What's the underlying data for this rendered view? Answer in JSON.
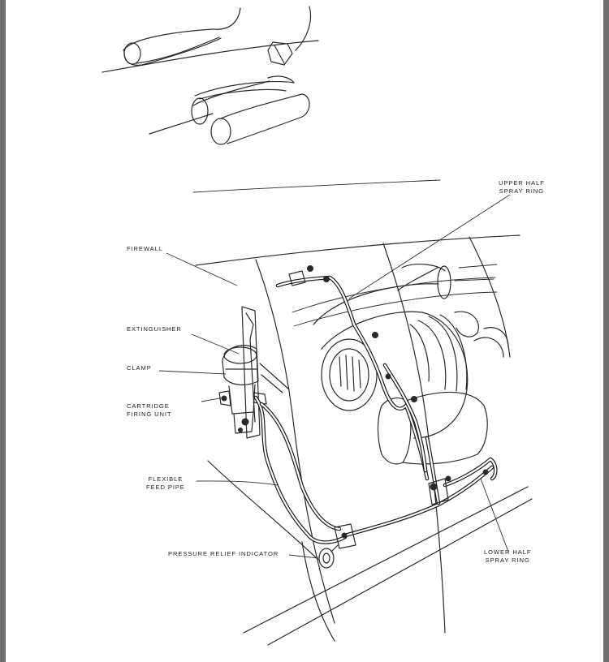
{
  "labels": {
    "upper_half_spray_ring": [
      "UPPER HALF",
      "SPRAY RING"
    ],
    "firewall": "FIREWALL",
    "extinguisher": "EXTINGUISHER",
    "clamp": "CLAMP",
    "cartridge_firing_unit": [
      "CARTRIDGE",
      "FIRING UNIT"
    ],
    "flexible_feed_pipe": [
      "FLEXIBLE",
      "FEED PIPE"
    ],
    "pressure_relief_indicator": "PRESSURE RELIEF INDICATOR",
    "lower_half_spray_ring": [
      "LOWER HALF",
      "SPRAY RING"
    ]
  },
  "colors": {
    "background": "#6e6e6e",
    "paper": "#ffffff",
    "ink": "#2a2a2a"
  }
}
